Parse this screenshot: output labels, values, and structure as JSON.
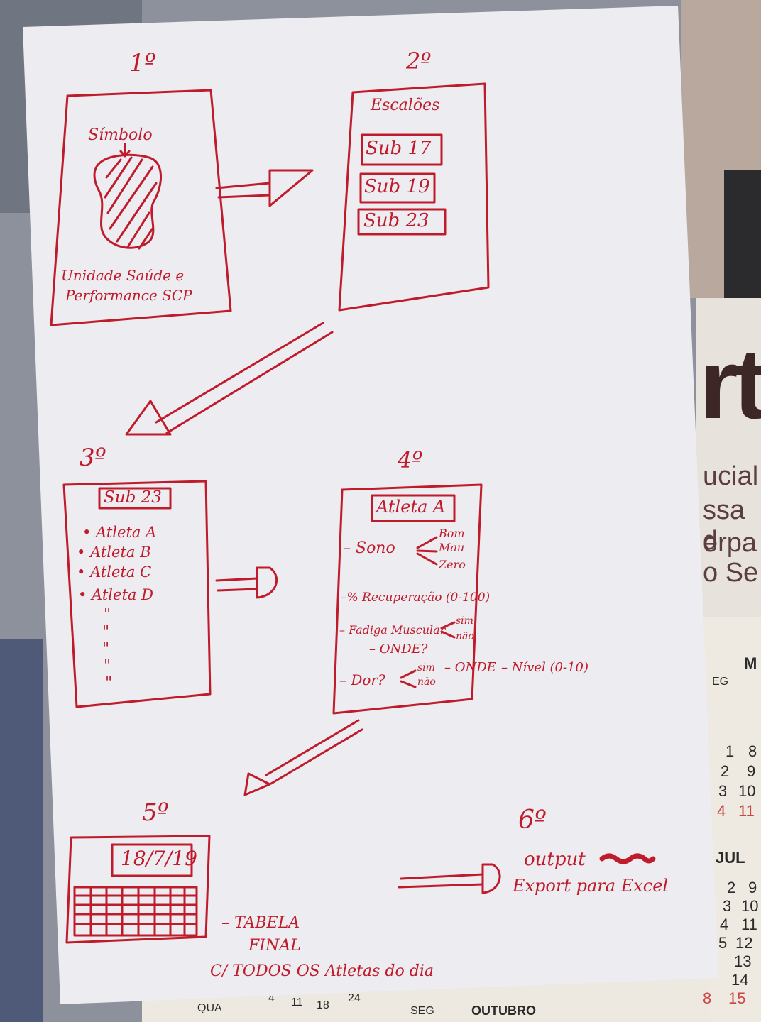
{
  "screens": {
    "s1": {
      "step": "1º",
      "symbol_label": "Símbolo",
      "title_line1": "Unidade Saúde e",
      "title_line2": "Performance SCP"
    },
    "s2": {
      "step": "2º",
      "header": "Escalões",
      "items": [
        "Sub 17",
        "Sub 19",
        "Sub 23"
      ]
    },
    "s3": {
      "step": "3º",
      "header": "Sub 23",
      "athletes": [
        "• Atleta A",
        "• Atleta B",
        "• Atleta C",
        "• Atleta D"
      ],
      "ditto": "\""
    },
    "s4": {
      "step": "4º",
      "header": "Atleta A",
      "sono": "– Sono",
      "sono_options": [
        "Bom",
        "Mau",
        "Zero"
      ],
      "recuperacao": "–% Recuperação (0-100)",
      "fadiga": "– Fadiga Muscular",
      "fadiga_options": [
        "sim",
        "não"
      ],
      "onde": "– ONDE?",
      "dor": "– Dor?",
      "dor_options": [
        "sim",
        "não"
      ],
      "dor_onde": "– ONDE",
      "nivel": "– Nível (0-10)"
    },
    "s5": {
      "step": "5º",
      "date": "18/7/19",
      "note_line1": "– TABELA",
      "note_line2": "FINAL",
      "note_line3": "C/ TODOS OS Atletas do dia"
    },
    "s6": {
      "step": "6º",
      "line1": "output",
      "line2": "Export para Excel"
    }
  },
  "background": {
    "brand_fragment": "rt",
    "text_fragments": [
      "ucial",
      "ssa d",
      "erpa",
      "o Se"
    ],
    "calendar": {
      "numbers": [
        "1",
        "8",
        "2",
        "9",
        "3",
        "10",
        "4",
        "11",
        "2",
        "9",
        "3",
        "10",
        "4",
        "11",
        "5",
        "12",
        "13",
        "14",
        "8",
        "15"
      ],
      "labels": [
        "M",
        "EG",
        "JUL",
        "QUA",
        "SEG",
        "OUTUBRO"
      ],
      "bottom_numbers": [
        "4",
        "11",
        "18",
        "24"
      ]
    }
  },
  "colors": {
    "ink": "#c01b2b",
    "paper": "#ededf2",
    "backdrop": "#7f8590"
  }
}
